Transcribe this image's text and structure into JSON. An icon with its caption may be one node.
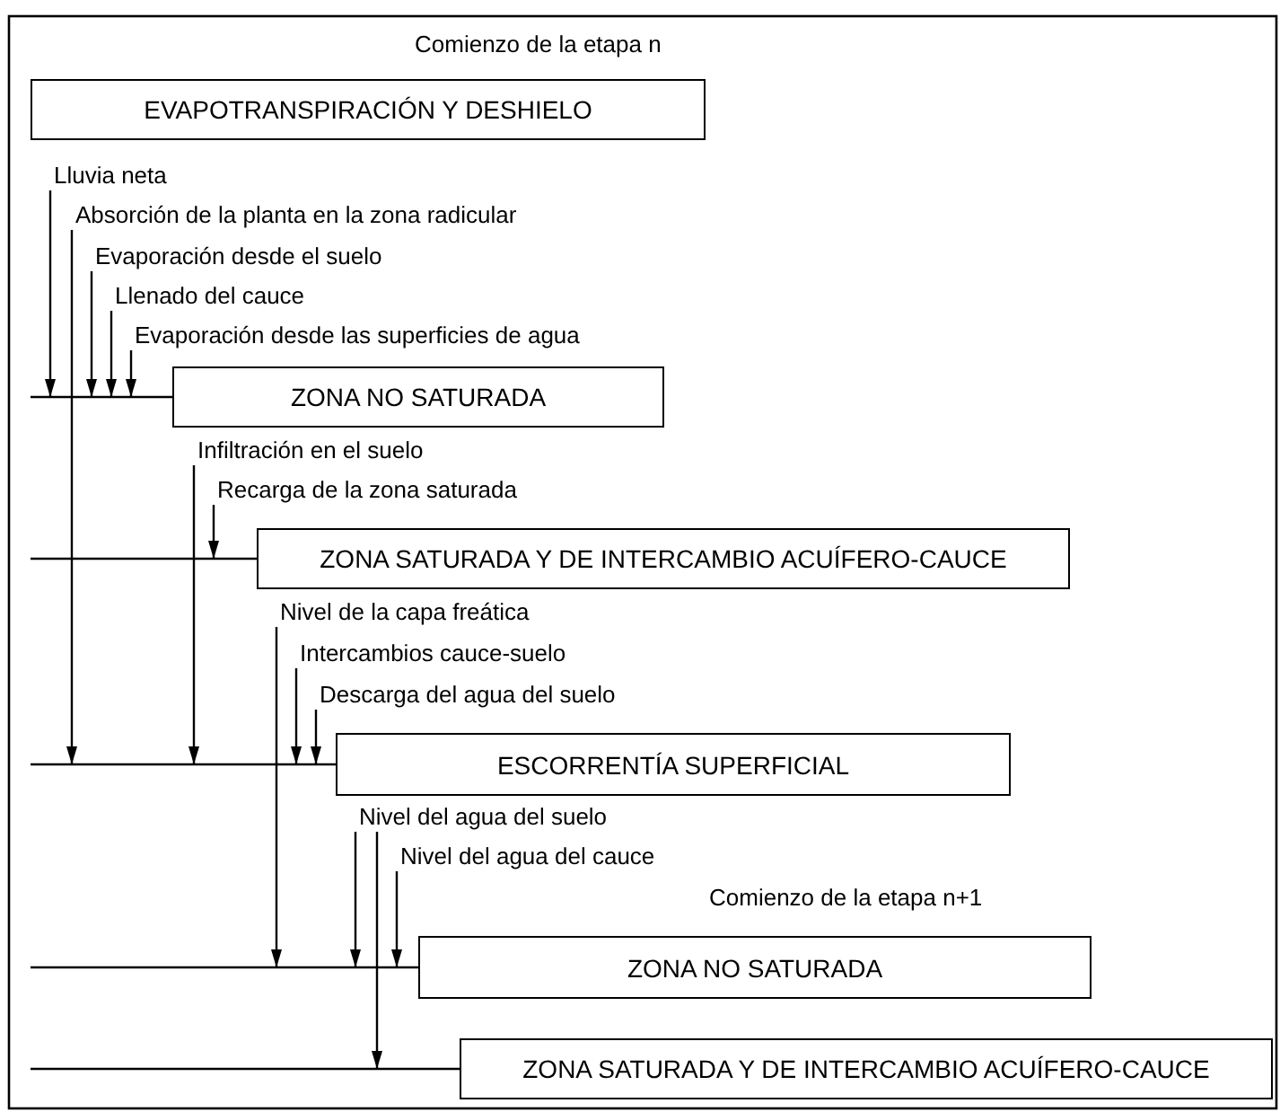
{
  "diagram": {
    "nodes": [
      {
        "text": [
          "EVAPOTRANSPIRACIÓN Y DESHIELO"
        ]
      },
      {
        "text": [
          "Lluvia neta"
        ]
      },
      {
        "text": [
          "Absorción de la planta en la zona radicular"
        ]
      },
      {
        "text": [
          "Evaporación desde el suelo"
        ]
      },
      {
        "text": [
          "Llenado del cauce"
        ]
      },
      {
        "text": [
          "Evaporación desde las superficies de agua"
        ]
      },
      {
        "text": [
          "ZONA NO SATURADA"
        ]
      },
      {
        "text": [
          "Infiltración en el suelo"
        ]
      },
      {
        "text": [
          "Recarga de la zona saturada"
        ]
      },
      {
        "text": [
          "ZONA SATURADA Y DE INTERCAMBIO ACUÍFERO-CAUCE"
        ]
      },
      {
        "text": [
          "Nivel de la capa freática"
        ]
      },
      {
        "text": [
          "Intercambios cauce-suelo"
        ]
      },
      {
        "text": [
          "Descarga del agua del suelo"
        ]
      },
      {
        "text": [
          "ESCORRENTÍA SUPERFICIAL"
        ]
      },
      {
        "text": [
          "Nivel del agua del suelo"
        ]
      },
      {
        "text": [
          "Nivel del agua del cauce"
        ]
      },
      {
        "text": [
          "ZONA NO SATURADA"
        ]
      },
      {
        "text": [
          "ZONA SATURADA Y DE INTERCAMBIO ACUÍFERO-CAUCE"
        ]
      }
    ],
    "edges": [
      {
        "from": 1,
        "to": 6,
        "arrow": "to"
      },
      {
        "from": 2,
        "to": 13,
        "arrow": "to"
      },
      {
        "from": 3,
        "to": 6,
        "arrow": "to"
      },
      {
        "from": 4,
        "to": 6,
        "arrow": "to"
      },
      {
        "from": 5,
        "to": 6,
        "arrow": "to"
      },
      {
        "from": 7,
        "to": 13,
        "arrow": "to"
      },
      {
        "from": 8,
        "to": 9,
        "arrow": "to"
      },
      {
        "from": 10,
        "to": 16,
        "arrow": "to"
      },
      {
        "from": 11,
        "to": 13,
        "arrow": "to"
      },
      {
        "from": 12,
        "to": 13,
        "arrow": "to"
      },
      {
        "from": 14,
        "to": 16,
        "arrow": "to"
      },
      {
        "from": 14,
        "to": 17,
        "arrow": "to"
      },
      {
        "from": 15,
        "to": 16,
        "arrow": "to"
      }
    ],
    "labels": [
      "Comienzo de la etapa n",
      "Comienzo de la etapa n+1"
    ]
  }
}
